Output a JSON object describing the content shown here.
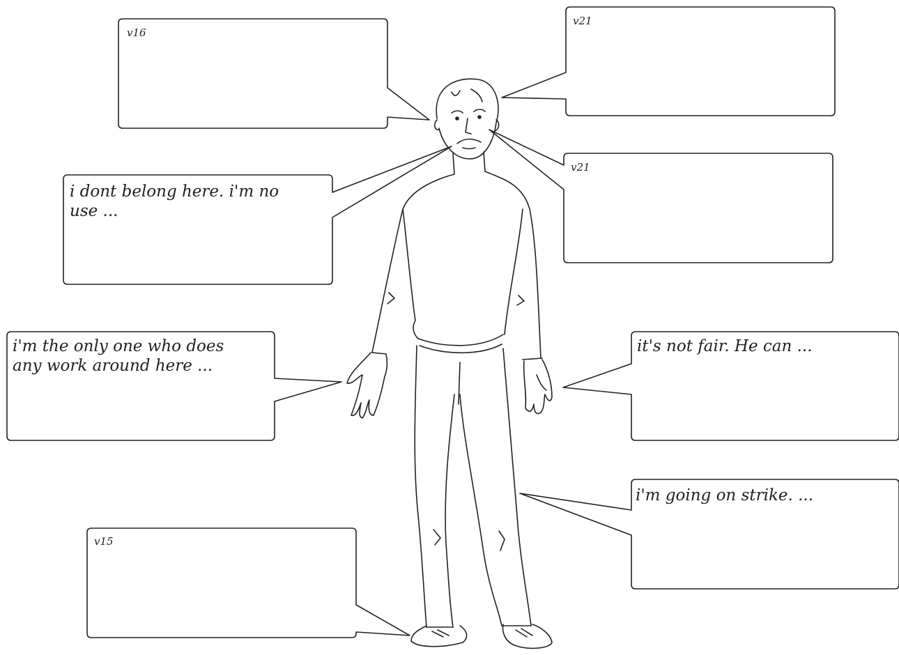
{
  "colors": {
    "ink": "#222222",
    "paper": "#ffffff"
  },
  "illustration": {
    "icon": "standing-man-icon"
  },
  "bubbles": {
    "head_left": {
      "text": "v16"
    },
    "head_right": {
      "text": "v21"
    },
    "face_right": {
      "text": "v21"
    },
    "mouth_left": {
      "text": "i dont belong here.  i'm no\nuse ..."
    },
    "hand_left": {
      "text": "i'm the only one who does\nany work around here ..."
    },
    "hand_right": {
      "text": "it's not fair.   He can ..."
    },
    "leg_right": {
      "text": "i'm going on strike. ..."
    },
    "foot_left": {
      "text": "v15"
    }
  }
}
